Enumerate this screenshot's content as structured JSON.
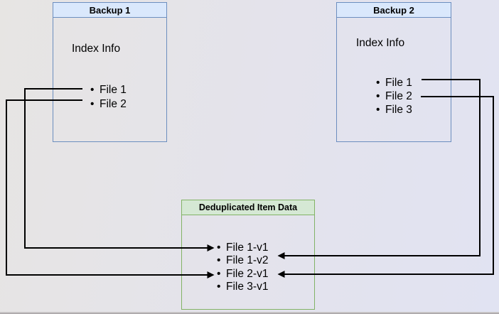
{
  "canvas": {
    "background_left": "#E7E5E3",
    "background_right": "#E1E3F2"
  },
  "colors": {
    "blue_header_fill": "#DAE8FC",
    "blue_border": "#6C8EBF",
    "green_header_fill": "#D5E8D4",
    "green_border": "#82B366",
    "arrow": "#000000",
    "text": "#000000"
  },
  "diagram": {
    "backup1": {
      "title": "Backup 1",
      "subtitle": "Index Info",
      "items": [
        "File 1",
        "File 2"
      ]
    },
    "backup2": {
      "title": "Backup 2",
      "subtitle": "Index Info",
      "items": [
        "File 1",
        "File 2",
        "File 3"
      ]
    },
    "dedup": {
      "title": "Deduplicated Item Data",
      "items": [
        "File 1-v1",
        "File 1-v2",
        "File 2-v1",
        "File 3-v1"
      ]
    },
    "edges": [
      {
        "from": "Backup 1 / File 1",
        "to": "Deduplicated Item Data / File 1-v1"
      },
      {
        "from": "Backup 1 / File 2",
        "to": "Deduplicated Item Data / File 2-v1"
      },
      {
        "from": "Backup 2 / File 1",
        "to": "Deduplicated Item Data / File 1-v2"
      },
      {
        "from": "Backup 2 / File 2",
        "to": "Deduplicated Item Data / File 2-v1"
      }
    ]
  }
}
